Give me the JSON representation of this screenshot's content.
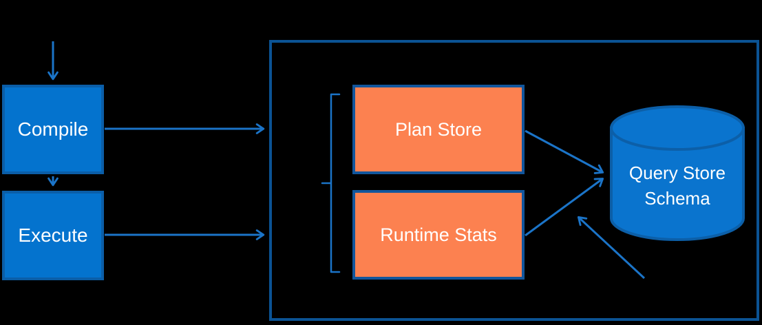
{
  "nodes": {
    "compile": {
      "label": "Compile"
    },
    "execute": {
      "label": "Execute"
    },
    "plan_store": {
      "label": "Plan Store"
    },
    "runtime_stats": {
      "label": "Runtime Stats"
    },
    "query_store_schema": {
      "label": "Query Store Schema"
    }
  },
  "edges": [
    {
      "from": "top-input",
      "to": "compile"
    },
    {
      "from": "compile",
      "to": "execute"
    },
    {
      "from": "compile",
      "to": "outer-container"
    },
    {
      "from": "execute",
      "to": "outer-container"
    },
    {
      "from": "plan-store",
      "to": "query-store-schema"
    },
    {
      "from": "runtime-stats",
      "to": "query-store-schema"
    },
    {
      "from": "bottom-right",
      "to": "area-left-of-schema"
    }
  ],
  "colors": {
    "background": "#000000",
    "blue_fill": "#0473ce",
    "blue_border": "#0b5ea8",
    "orange_fill": "#fc8150",
    "orange_border": "#12569c",
    "outer_border": "#0b5394",
    "connector": "#1b74c8",
    "cylinder_fill": "#0a74ce",
    "cylinder_border": "#0c5fa8",
    "text": "#ffffff"
  }
}
